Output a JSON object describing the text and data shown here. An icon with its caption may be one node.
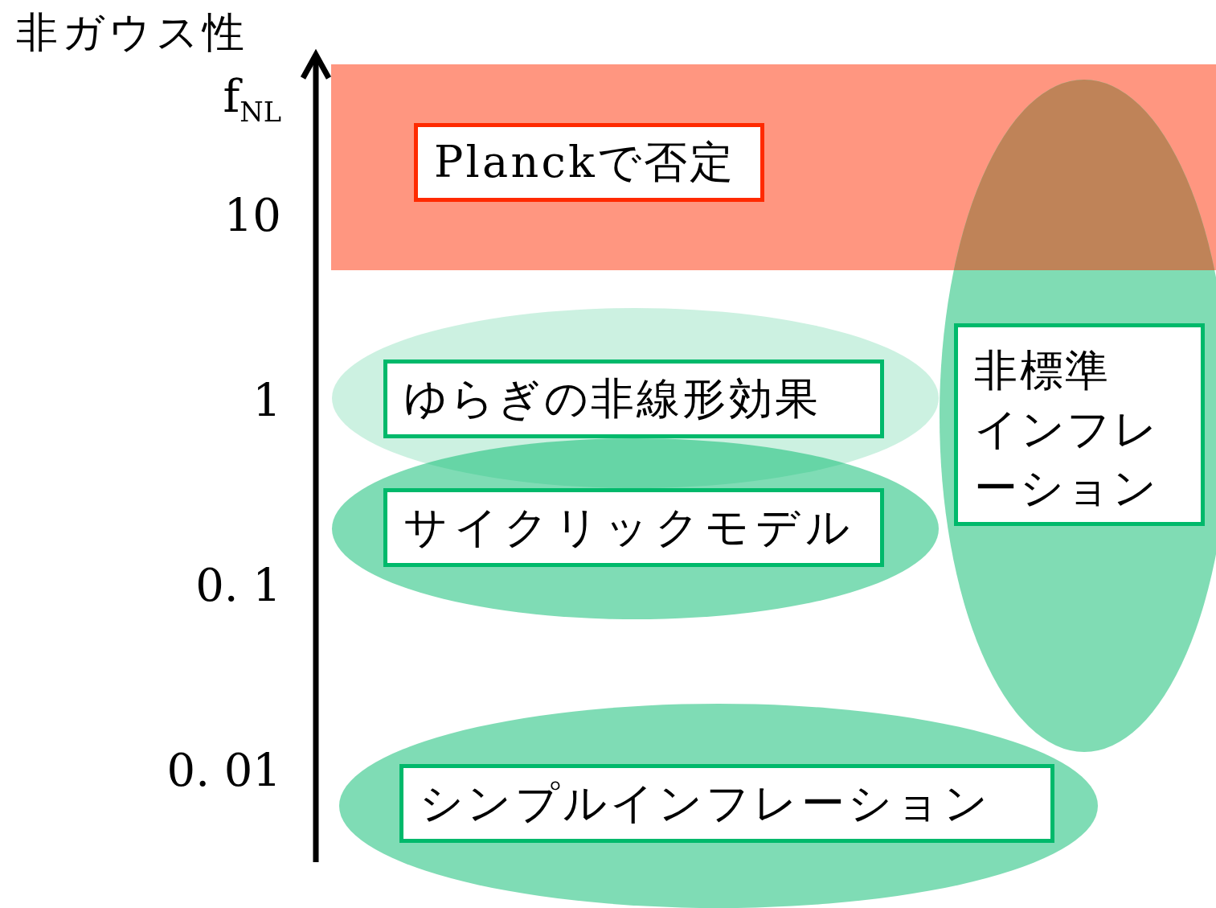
{
  "diagram": {
    "nodes": [
      {
        "text": [],
        "shape": "box"
      },
      {
        "text": [
          "Planckで否定"
        ],
        "in": 0
      },
      {
        "text": [],
        "shape": "ellipse"
      },
      {
        "text": [
          "ゆらぎの非線形効果"
        ],
        "in": 2
      },
      {
        "text": [],
        "shape": "ellipse"
      },
      {
        "text": [
          "非標準",
          "インフレーション"
        ],
        "in": 4
      },
      {
        "text": [],
        "shape": "ellipse"
      },
      {
        "text": [
          "サイクリックモデル"
        ],
        "in": 6
      },
      {
        "text": [],
        "shape": "ellipse"
      },
      {
        "text": [
          "シンプルインフレーション"
        ],
        "in": 8
      }
    ],
    "edges": [],
    "labels": [
      "非ガウス性",
      "f$_{NL}$",
      "10",
      "1",
      "0. 1",
      "0. 01"
    ]
  }
}
